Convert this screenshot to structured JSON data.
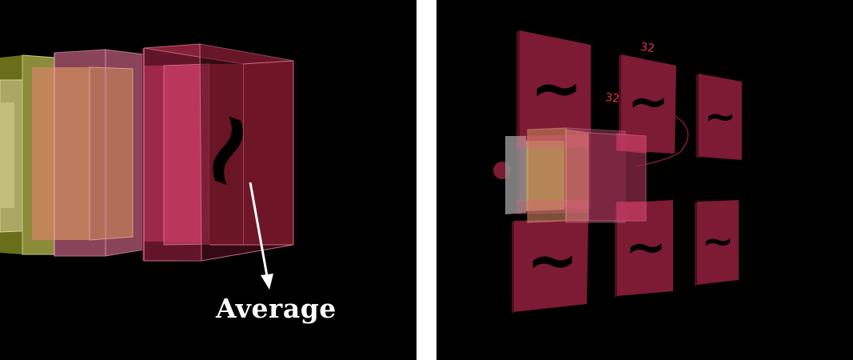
{
  "left_panel": {
    "annotation": "Average",
    "tilde_glyph": "~",
    "arrow_color": "#ffffff"
  },
  "right_panel": {
    "dim_label_top": "32",
    "dim_label_side": "32",
    "tilde_glyph": "~"
  },
  "colors": {
    "background": "#000000",
    "divider": "#ffffff",
    "olive_layer": "#9a9a3a",
    "orange_layer": "#c9855f",
    "pink_layer": "#b8305a",
    "maroon_layer": "#6b1526",
    "feature_map": "#7c1b33",
    "label_red": "#e0344f"
  }
}
